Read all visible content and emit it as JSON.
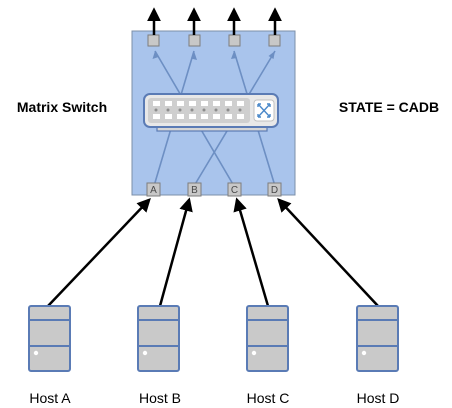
{
  "switch": {
    "title": "Matrix Switch",
    "state_text": "STATE = CADB",
    "icon": "switch-device-icon",
    "inputs": [
      "A",
      "B",
      "C",
      "D"
    ],
    "state": [
      "C",
      "A",
      "D",
      "B"
    ]
  },
  "hosts": [
    {
      "label": "Host A",
      "icon": "server-icon"
    },
    {
      "label": "Host B",
      "icon": "server-icon"
    },
    {
      "label": "Host C",
      "icon": "server-icon"
    },
    {
      "label": "Host D",
      "icon": "server-icon"
    }
  ],
  "colors": {
    "switch_fill": "#a9c4ec",
    "switch_border": "#7c8fa8",
    "route_line": "#6d8fc3",
    "port_fill": "#c8c8c8",
    "server_fill": "#c9c9c9",
    "server_border": "#5a7bb5"
  }
}
